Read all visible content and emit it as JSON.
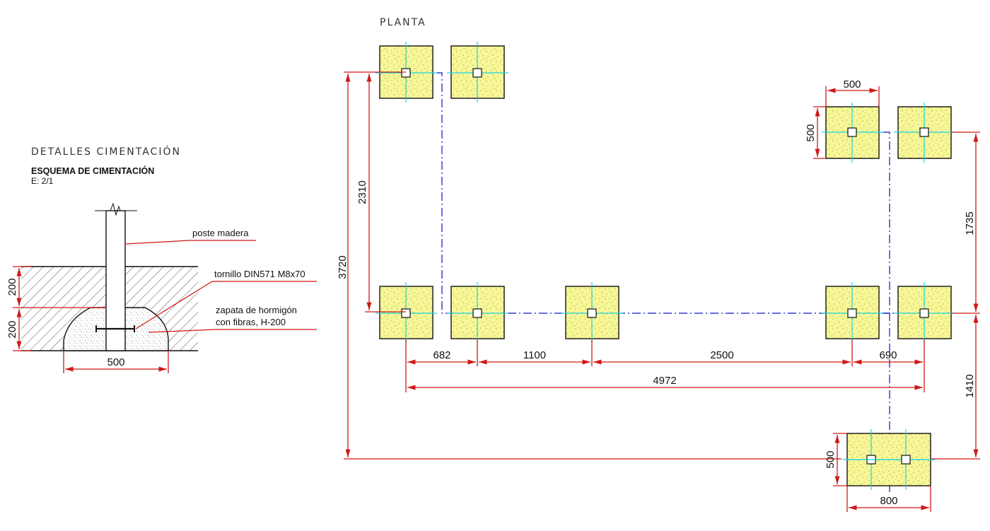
{
  "detail": {
    "heading": "DETALLES CIMENTACIÓN",
    "subheading": "ESQUEMA DE CIMENTACIÓN",
    "scale": "E: 2/1",
    "labels": {
      "post": "poste madera",
      "bolt": "tornillo DIN571 M8x70",
      "footing_line1": "zapata de hormigón",
      "footing_line2": "con fibras, H-200"
    },
    "dims": {
      "depth_top": "200",
      "depth_bottom": "200",
      "width": "500"
    }
  },
  "plan": {
    "heading": "PLANTA",
    "dims": {
      "top_width": "500",
      "top_height": "500",
      "left_inner": "2310",
      "left_outer": "3720",
      "right_upper": "1735",
      "right_lower": "1410",
      "span_1": "682",
      "span_2": "1100",
      "span_3": "2500",
      "span_4": "690",
      "total": "4972",
      "bottom_height": "500",
      "bottom_width": "800"
    }
  },
  "colors": {
    "dimension": "#d01818",
    "footing_fill": "#f7f79a",
    "axis": "#1010c8",
    "centerline": "#18d4e0"
  }
}
